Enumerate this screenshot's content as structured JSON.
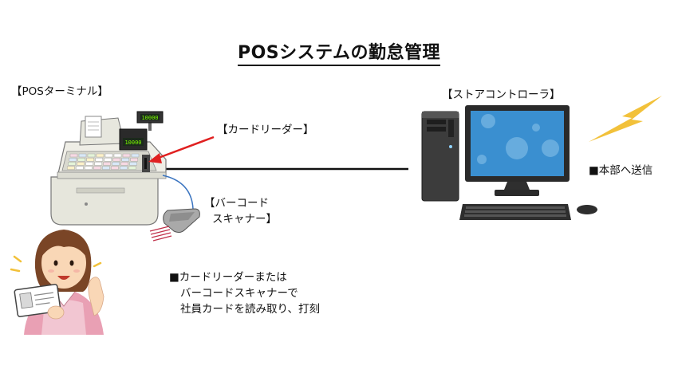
{
  "title": "POSシステムの勤怠管理",
  "labels": {
    "pos_terminal": "【POSターミナル】",
    "card_reader": "【カードリーダー】",
    "barcode_line1": "【バーコード",
    "barcode_line2": "スキャナー】",
    "store_controller": "【ストアコントローラ】",
    "send_to_hq": "■本部へ送信"
  },
  "note": {
    "line1": "■カードリーダーまたは",
    "line2": "バーコードスキャナーで",
    "line3": "社員カードを読み取り、打刻"
  },
  "register_display": "10000",
  "colors": {
    "arrow": "#e02020",
    "lightning": "#f2c13a",
    "monitor_screen": "#3a8fd0",
    "register_body": "#e8e8df"
  }
}
